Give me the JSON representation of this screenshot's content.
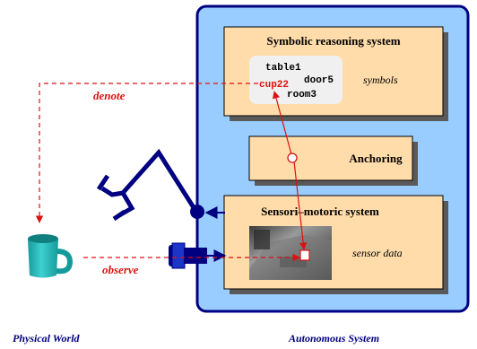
{
  "labels": {
    "symbolic_title": "Symbolic reasoning system",
    "symbols_caption": "symbols",
    "anchoring_title": "Anchoring",
    "sensori_title": "Sensori–motoric system",
    "sensor_caption": "sensor data",
    "physical_world": "Physical World",
    "autonomous_system": "Autonomous System",
    "denote": "denote",
    "observe": "observe"
  },
  "symbols": [
    {
      "text": "table1",
      "highlight": false
    },
    {
      "text": "door5",
      "highlight": false
    },
    {
      "text": "cup22",
      "highlight": true
    },
    {
      "text": "room3",
      "highlight": false
    }
  ],
  "colors": {
    "system_bg": "#99ccff",
    "system_border": "#000080",
    "box_fill": "#ffdcaa",
    "shadow": "#5a5a5a",
    "accent_red": "#dd1111",
    "cup": "#22b5b5",
    "robot": "#000080"
  },
  "icons": [
    "robot-arm-icon",
    "camera-icon",
    "cup-icon",
    "sensor-image"
  ]
}
